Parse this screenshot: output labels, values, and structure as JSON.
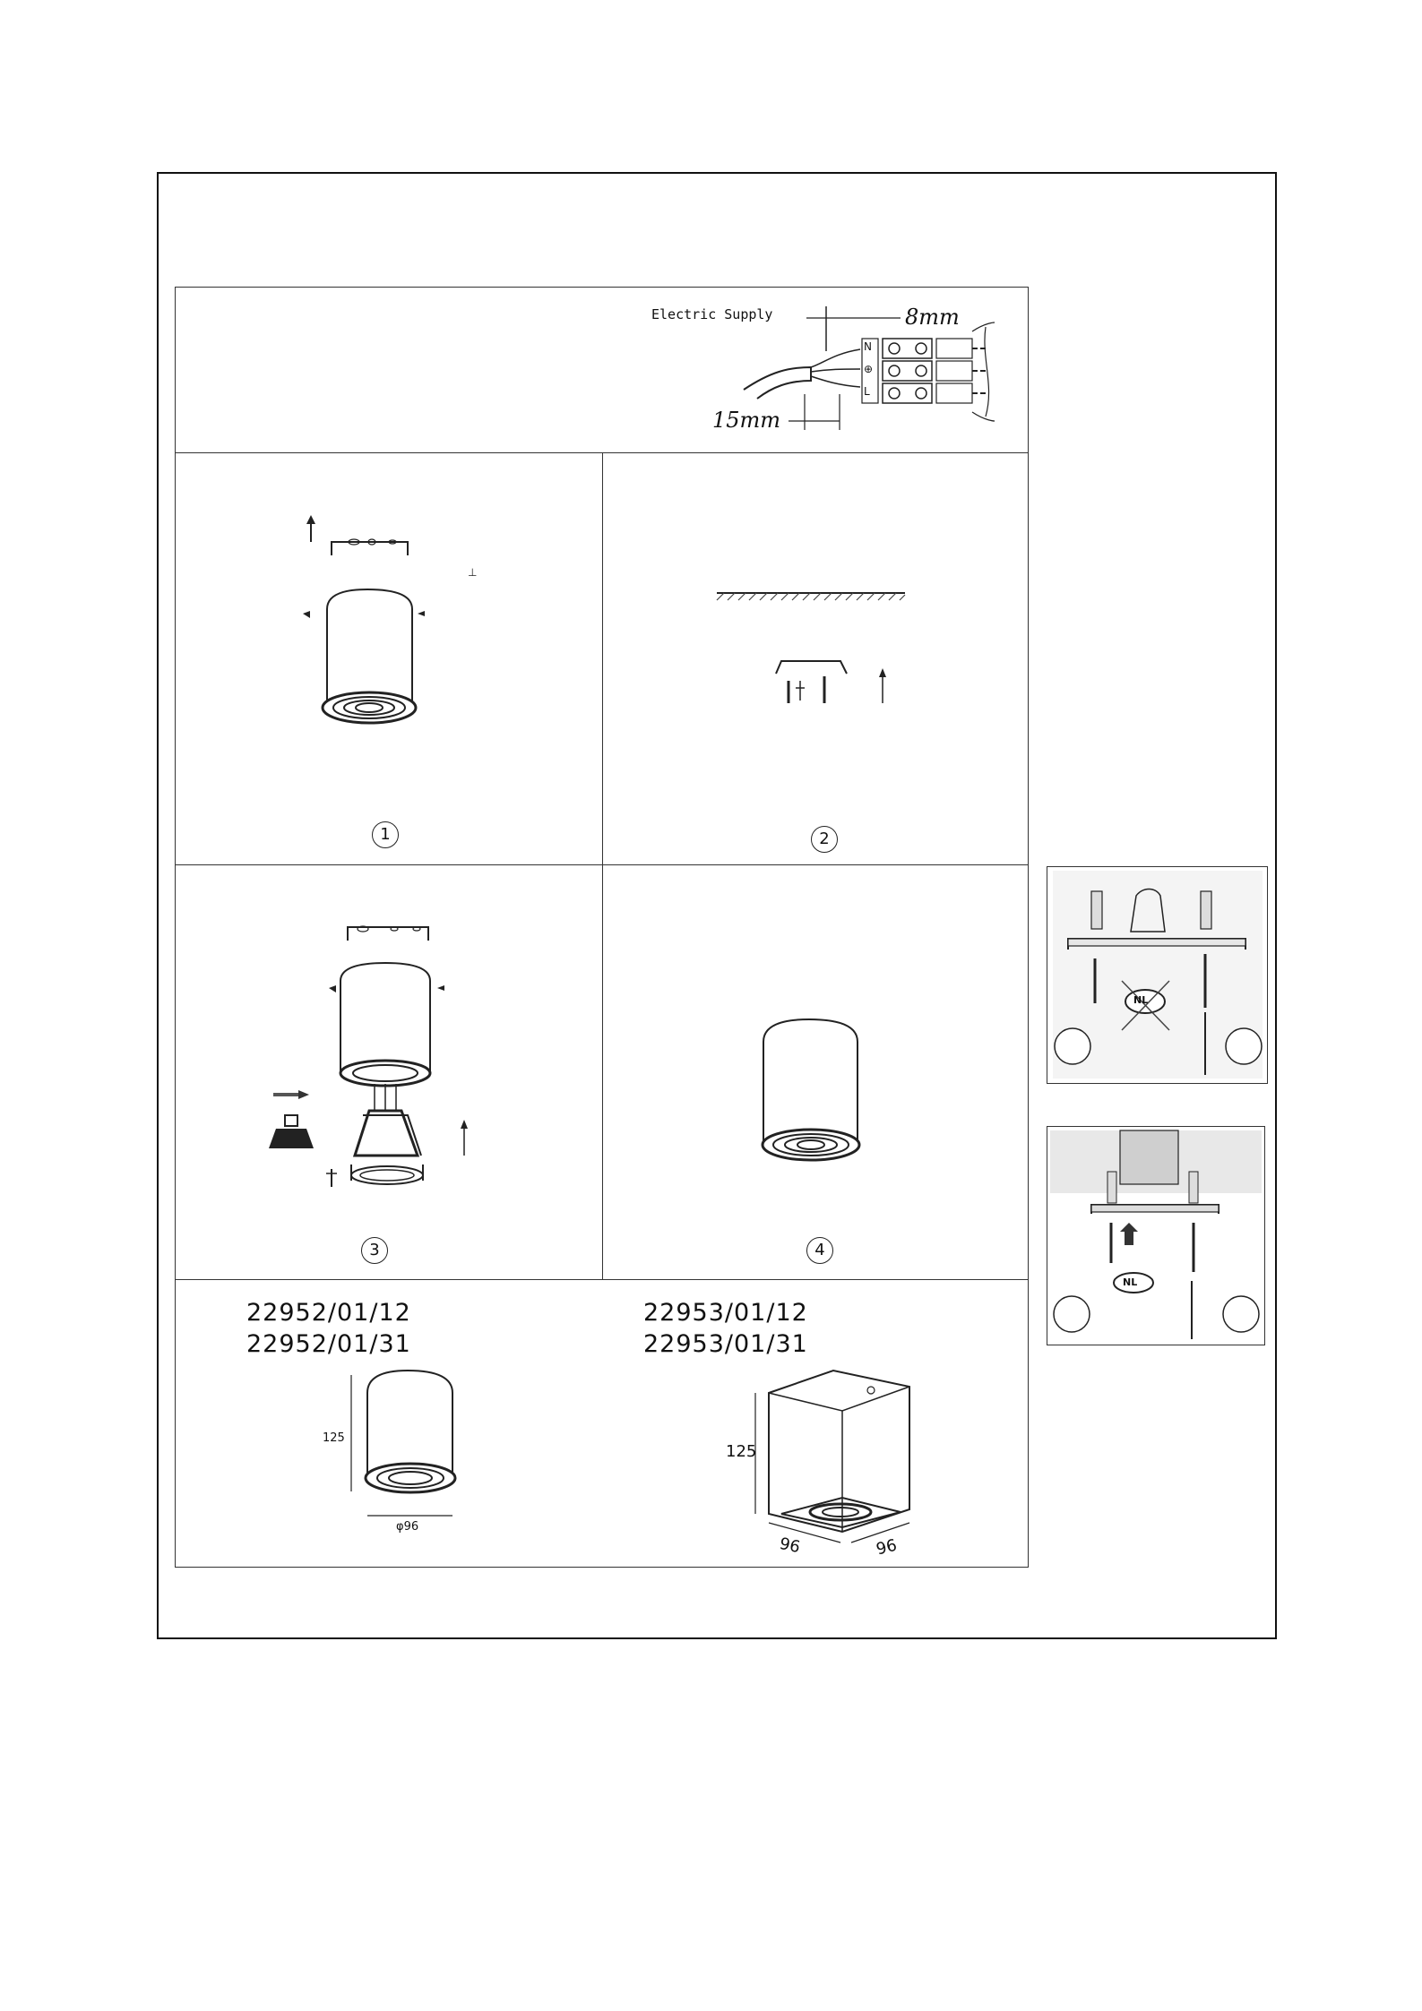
{
  "wiring": {
    "supply_label": "Electric Supply",
    "strip_length_short": "8mm",
    "strip_length_long": "15mm",
    "terminal_n": "N",
    "terminal_earth": "⊕",
    "terminal_l": "L"
  },
  "steps": [
    {
      "number": "1"
    },
    {
      "number": "2"
    },
    {
      "number": "3"
    },
    {
      "number": "4"
    }
  ],
  "models": {
    "round": {
      "codes": [
        "22952/01/12",
        "22952/01/31"
      ],
      "height": "125",
      "diameter": "φ96"
    },
    "square": {
      "codes": [
        "22953/01/12",
        "22953/01/31"
      ],
      "height": "125",
      "width": "96",
      "depth": "96"
    }
  },
  "side_panels": [
    {
      "badge": "NL"
    },
    {
      "badge": "NL"
    }
  ],
  "icons": [
    "arrow-up-icon",
    "screw-icon",
    "bulb-icon",
    "terminal-block-icon",
    "screwdriver-icon",
    "wall-plug-icon"
  ]
}
